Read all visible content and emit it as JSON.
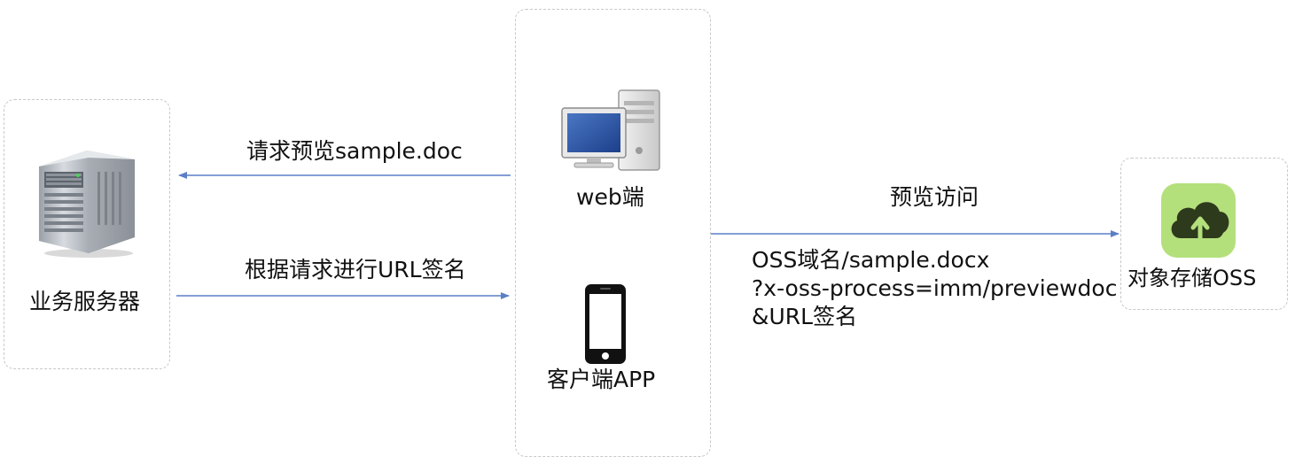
{
  "nodes": {
    "server": {
      "label": "业务服务器",
      "icon": "server-tower-icon"
    },
    "web": {
      "label": "web端",
      "icon": "desktop-computer-icon"
    },
    "app": {
      "label": "客户端APP",
      "icon": "smartphone-icon"
    },
    "oss": {
      "label": "对象存储OSS",
      "icon": "oss-cloud-upload-icon"
    }
  },
  "edges": {
    "request_preview": {
      "label": "请求预览sample.doc",
      "from": "web",
      "to": "server"
    },
    "sign_url": {
      "label": "根据请求进行URL签名",
      "from": "server",
      "to": "client"
    },
    "preview_access": {
      "label": "预览访问",
      "from": "client",
      "to": "oss",
      "detail_lines": [
        "OSS域名/sample.docx",
        "?x-oss-process=imm/previewdoc",
        "&URL签名"
      ]
    }
  },
  "colors": {
    "arrow": "#5b7fc7",
    "dashed_border": "#c8c8c8",
    "oss_tile": "#b4e07c",
    "oss_cloud": "#2e3a1c"
  }
}
